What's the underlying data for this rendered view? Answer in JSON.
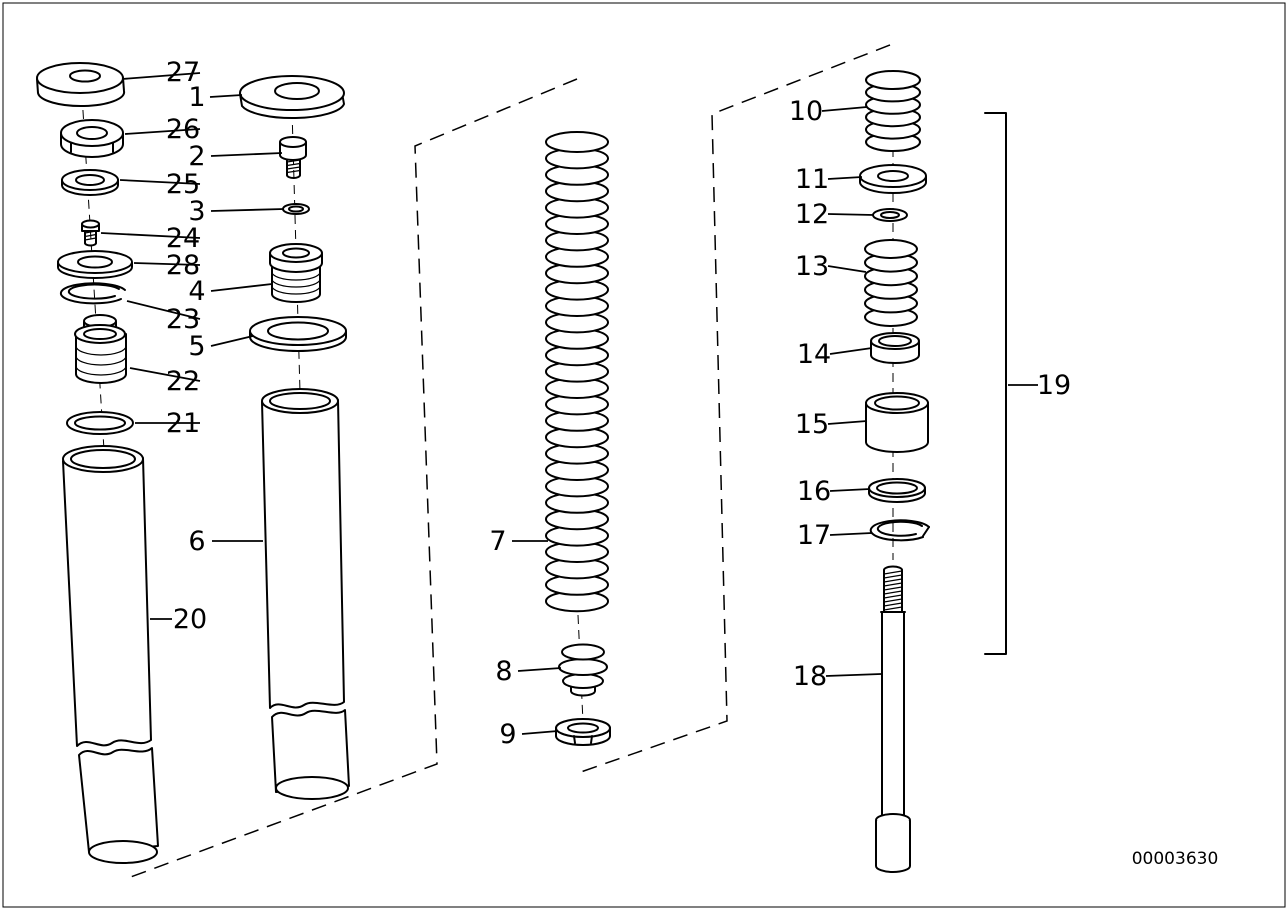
{
  "doc_number": "00003630",
  "labels": {
    "l1": "1",
    "l2": "2",
    "l3": "3",
    "l4": "4",
    "l5": "5",
    "l6": "6",
    "l7": "7",
    "l8": "8",
    "l9": "9",
    "l10": "10",
    "l11": "11",
    "l12": "12",
    "l13": "13",
    "l14": "14",
    "l15": "15",
    "l16": "16",
    "l17": "17",
    "l18": "18",
    "l19": "19",
    "l20": "20",
    "l21": "21",
    "l22": "22",
    "l23": "23",
    "l24": "24",
    "l25": "25",
    "l26": "26",
    "l27": "27",
    "l28": "28"
  }
}
